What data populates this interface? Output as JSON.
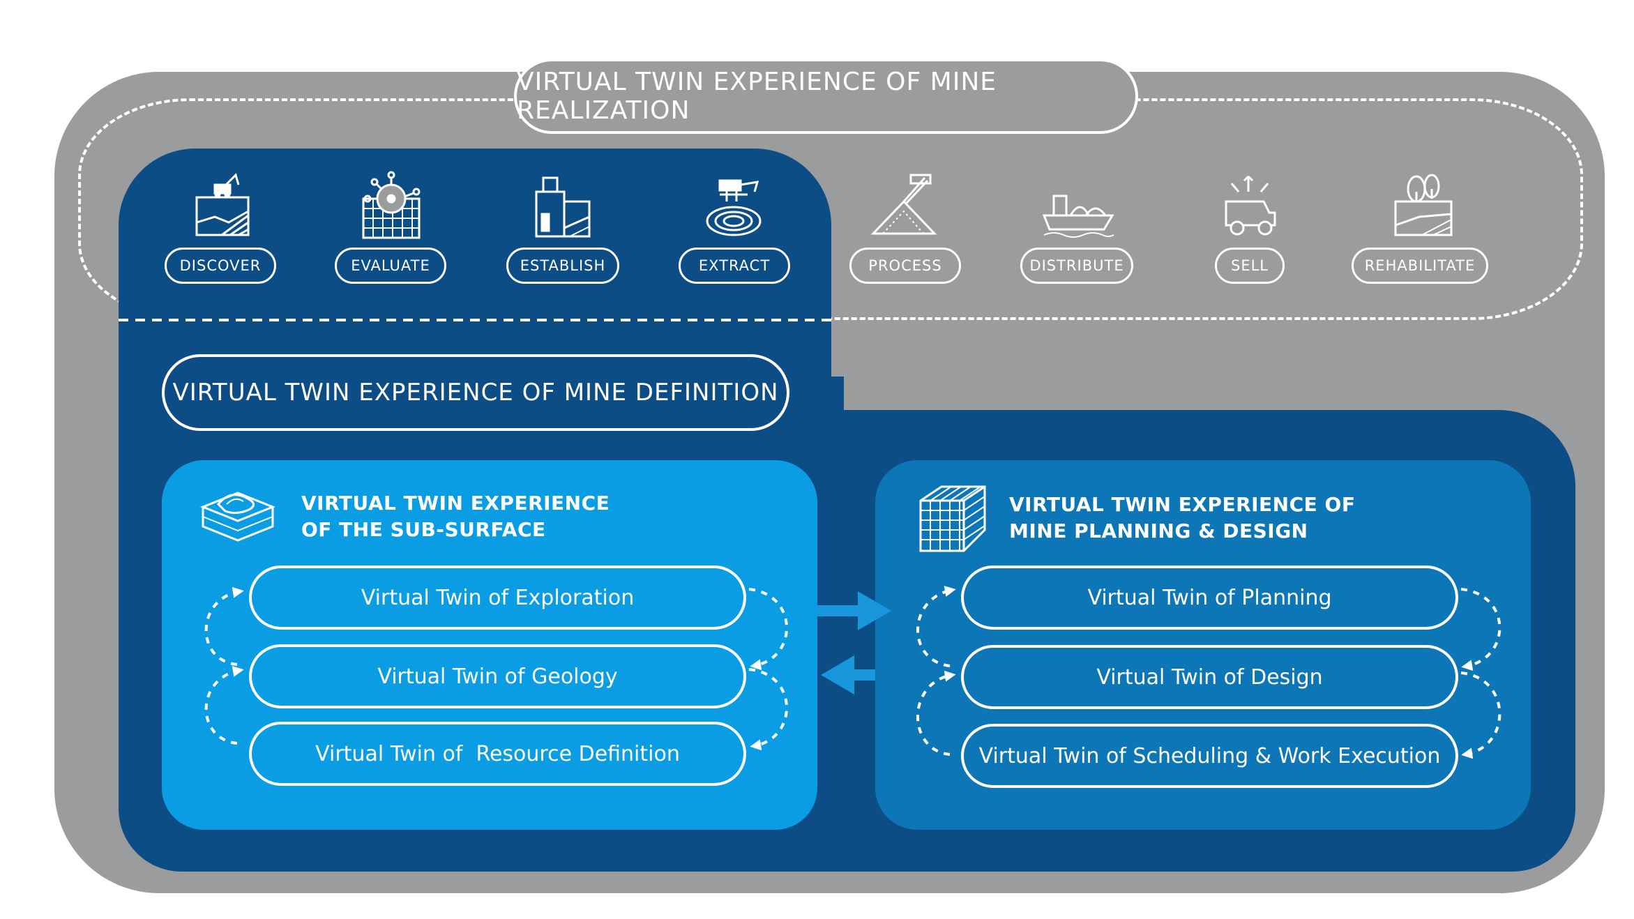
{
  "realization": {
    "title": "VIRTUAL TWIN EXPERIENCE OF MINE REALIZATION"
  },
  "stages": [
    {
      "label": "DISCOVER",
      "icon": "excavation-site-icon"
    },
    {
      "label": "EVALUATE",
      "icon": "molecule-grid-icon"
    },
    {
      "label": "ESTABLISH",
      "icon": "mine-buildings-icon"
    },
    {
      "label": "EXTRACT",
      "icon": "open-pit-icon"
    },
    {
      "label": "PROCESS",
      "icon": "stockpile-conveyor-icon"
    },
    {
      "label": "DISTRIBUTE",
      "icon": "cargo-ship-icon"
    },
    {
      "label": "SELL",
      "icon": "dump-truck-icon"
    },
    {
      "label": "REHABILITATE",
      "icon": "tree-landscape-icon"
    }
  ],
  "definition": {
    "title": "VIRTUAL TWIN EXPERIENCE OF MINE DEFINITION"
  },
  "subsurface": {
    "title_line1": "VIRTUAL TWIN EXPERIENCE",
    "title_line2": "OF THE SUB-SURFACE",
    "icon": "terrain-layers-icon",
    "items": [
      "Virtual Twin of Exploration",
      "Virtual Twin of Geology",
      "Virtual Twin of  Resource Definition"
    ]
  },
  "planning": {
    "title_line1": "VIRTUAL TWIN EXPERIENCE OF",
    "title_line2": "MINE PLANNING & DESIGN",
    "icon": "wireframe-cube-icon",
    "items": [
      "Virtual Twin of Planning",
      "Virtual Twin of Design",
      "Virtual Twin of Scheduling & Work Execution"
    ]
  },
  "colors": {
    "grey": "#9b9c9e",
    "dark_blue": "#0d4d86",
    "light_blue": "#0a9de3",
    "mid_blue": "#0c76b6",
    "arrow_blue": "#1a96dc"
  }
}
